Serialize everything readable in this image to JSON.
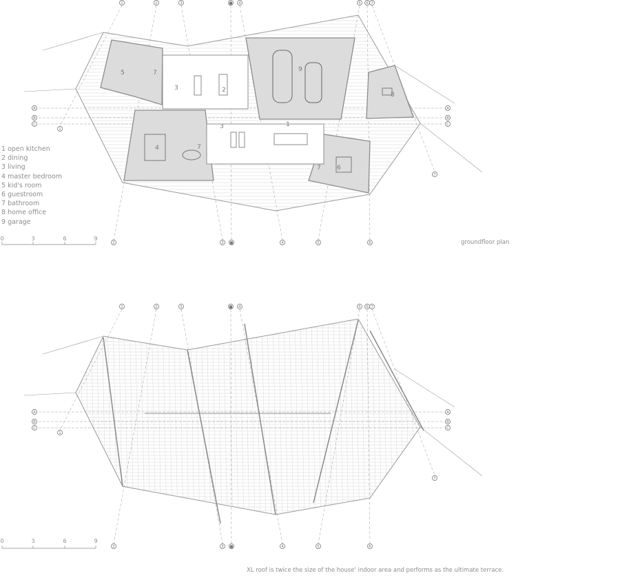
{
  "legend": [
    "1 open kitchen",
    "2 dining",
    "3 living",
    "4 master bedroom",
    "5 kid's room",
    "6 guestroom",
    "7 bathroom",
    "8 home office",
    "9 garage"
  ],
  "scale_ticks": [
    "0",
    "3",
    "6",
    "9"
  ],
  "groundfloor_title": "groundfloor plan",
  "roof_caption": "XL roof is twice the size of the house' indoor area and performs as the ultimate terrace.",
  "grid_rows": [
    "A",
    "B",
    "C"
  ],
  "axis_markers_top": [
    "1",
    "2",
    "3",
    "■",
    "4",
    "5",
    "6",
    "7"
  ],
  "axis_markers_bottom": [
    "2",
    "3",
    "■",
    "4",
    "5",
    "6"
  ],
  "axis_marker_left": "1",
  "axis_marker_right": "7",
  "room_labels": {
    "kitchen": "1",
    "dining": "2",
    "living_a": "3",
    "living_b": "3",
    "master": "4",
    "kids": "5",
    "guest": "6",
    "bath_a": "7",
    "bath_b": "7",
    "bath_c": "7",
    "office": "8",
    "garage": "9"
  },
  "colors": {
    "room_fill": "#dcdcdc",
    "line": "#9a9a9a",
    "wall": "#8c8c8c"
  }
}
